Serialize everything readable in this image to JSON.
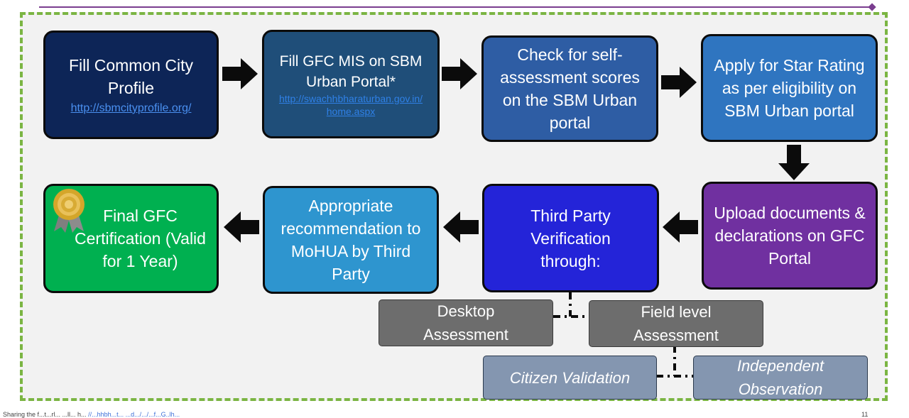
{
  "steps": {
    "s1": {
      "title": "Fill Common City Profile",
      "link": "http://sbmcityprofile.org/"
    },
    "s2": {
      "title": "Fill GFC MIS on SBM Urban Portal*",
      "link": "http://swachhbharaturban.gov.in/home.aspx"
    },
    "s3": {
      "title": "Check for self-assessment scores on the SBM Urban portal"
    },
    "s4": {
      "title": "Apply for Star Rating as per eligibility on SBM Urban portal"
    },
    "s5": {
      "title": "Upload documents & declarations on GFC Portal"
    },
    "s6": {
      "title": "Third Party Verification through:"
    },
    "s7": {
      "title": "Appropriate recommendation to MoHUA by Third Party"
    },
    "s8": {
      "title": "Final GFC Certification (Valid for 1 Year)"
    }
  },
  "verification": {
    "desktop": "Desktop Assessment",
    "field": "Field level Assessment",
    "citizen": "Citizen Validation",
    "independent": "Independent Observation"
  },
  "footer": {
    "note_prefix": "Sharing the f...t...rl... ...ll... h...",
    "note_link": "//...hhbh...t... ...d.../.../...f...G..lh...",
    "page_number": "11"
  },
  "colors": {
    "s1": "#0d2557",
    "s2": "#1f4e79",
    "s3": "#2e5da4",
    "s4": "#2f75c0",
    "s5": "#7030a0",
    "s6": "#2424d8",
    "s7": "#2e95cf",
    "s8": "#00b050",
    "frame_border": "#7bb543",
    "grey_box": "#6d6d6d",
    "blue_grey_box": "#8496b0"
  },
  "icons": [
    "award-ribbon-icon",
    "arrow-right-icon",
    "arrow-left-icon",
    "arrow-down-icon"
  ]
}
